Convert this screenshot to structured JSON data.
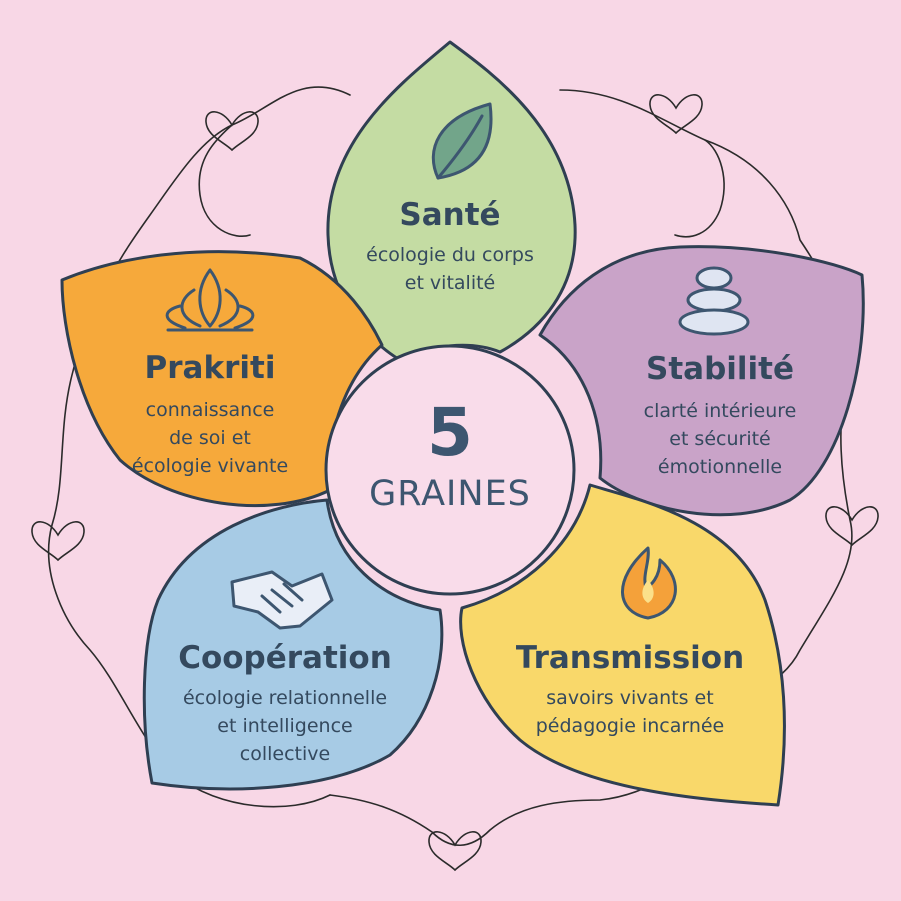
{
  "background": "#f8d7e6",
  "outline_color": "#2f3f52",
  "center": {
    "number": "5",
    "label": "GRAINES",
    "fill": "#f9dcea"
  },
  "petals": {
    "sante": {
      "title": "Santé",
      "desc_lines": [
        "écologie du corps",
        "et vitalité"
      ],
      "color": "#c4dca3",
      "icon": "leaf-icon"
    },
    "stabilite": {
      "title": "Stabilité",
      "desc_lines": [
        "clarté intérieure",
        "et sécurité",
        "émotionnelle"
      ],
      "color": "#c9a3c8",
      "icon": "stacked-stones-icon"
    },
    "transmission": {
      "title": "Transmission",
      "desc_lines": [
        "savoirs vivants et",
        "pédagogie incarnée"
      ],
      "color": "#f9d86a",
      "icon": "flame-icon"
    },
    "cooperation": {
      "title": "Coopération",
      "desc_lines": [
        "écologie relationnelle",
        "et intelligence",
        "collective"
      ],
      "color": "#a7cbe5",
      "icon": "handshake-icon"
    },
    "prakriti": {
      "title": "Prakriti",
      "desc_lines": [
        "connaissance",
        "de soi et",
        "écologie vivante"
      ],
      "color": "#f6a93b",
      "icon": "lotus-icon"
    }
  }
}
